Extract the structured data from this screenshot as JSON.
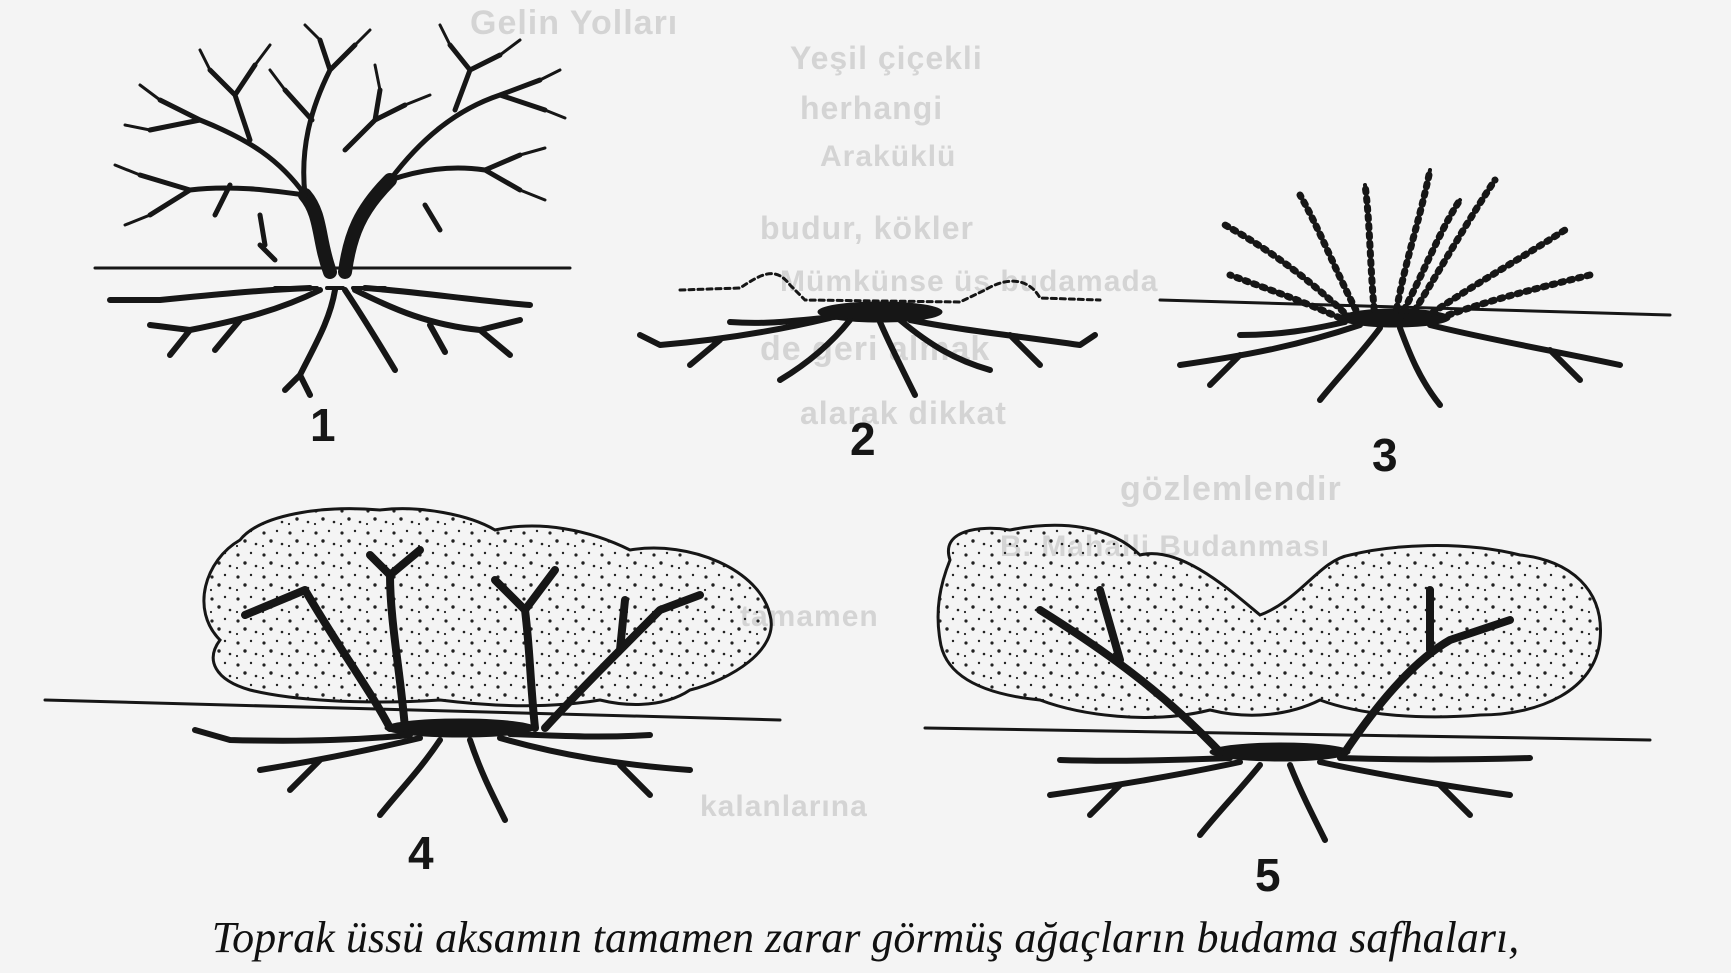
{
  "caption": "Toprak üssü aksamın tamamen zarar görmüş ağaçların  budama safhaları,",
  "stages": [
    {
      "number": "1",
      "description": "Zarar görmüş ağaç, dallar ve kökler"
    },
    {
      "number": "2",
      "description": "Toprak seviyesinden kesilmiş gövde"
    },
    {
      "number": "3",
      "description": "Kök boğazından çıkan sürgünler"
    },
    {
      "number": "4",
      "description": "Dört sürgünlü genç taç"
    },
    {
      "number": "5",
      "description": "İki ana dallı yeni taç"
    }
  ],
  "background_text": [
    "Gelin Yolları",
    "Yeşil çiçekli",
    "herhangi",
    "Araküklü",
    "budur, kökler",
    "Mümkünse üs budamada",
    "de geri almak",
    "alarak dikkat",
    "gözlemlendir",
    "B. Mahalli Budanması",
    "tamamen",
    "kalanlarına"
  ],
  "colors": {
    "ink": "#161616",
    "paper": "#f4f4f4",
    "ghost": "#9a9a9a"
  }
}
